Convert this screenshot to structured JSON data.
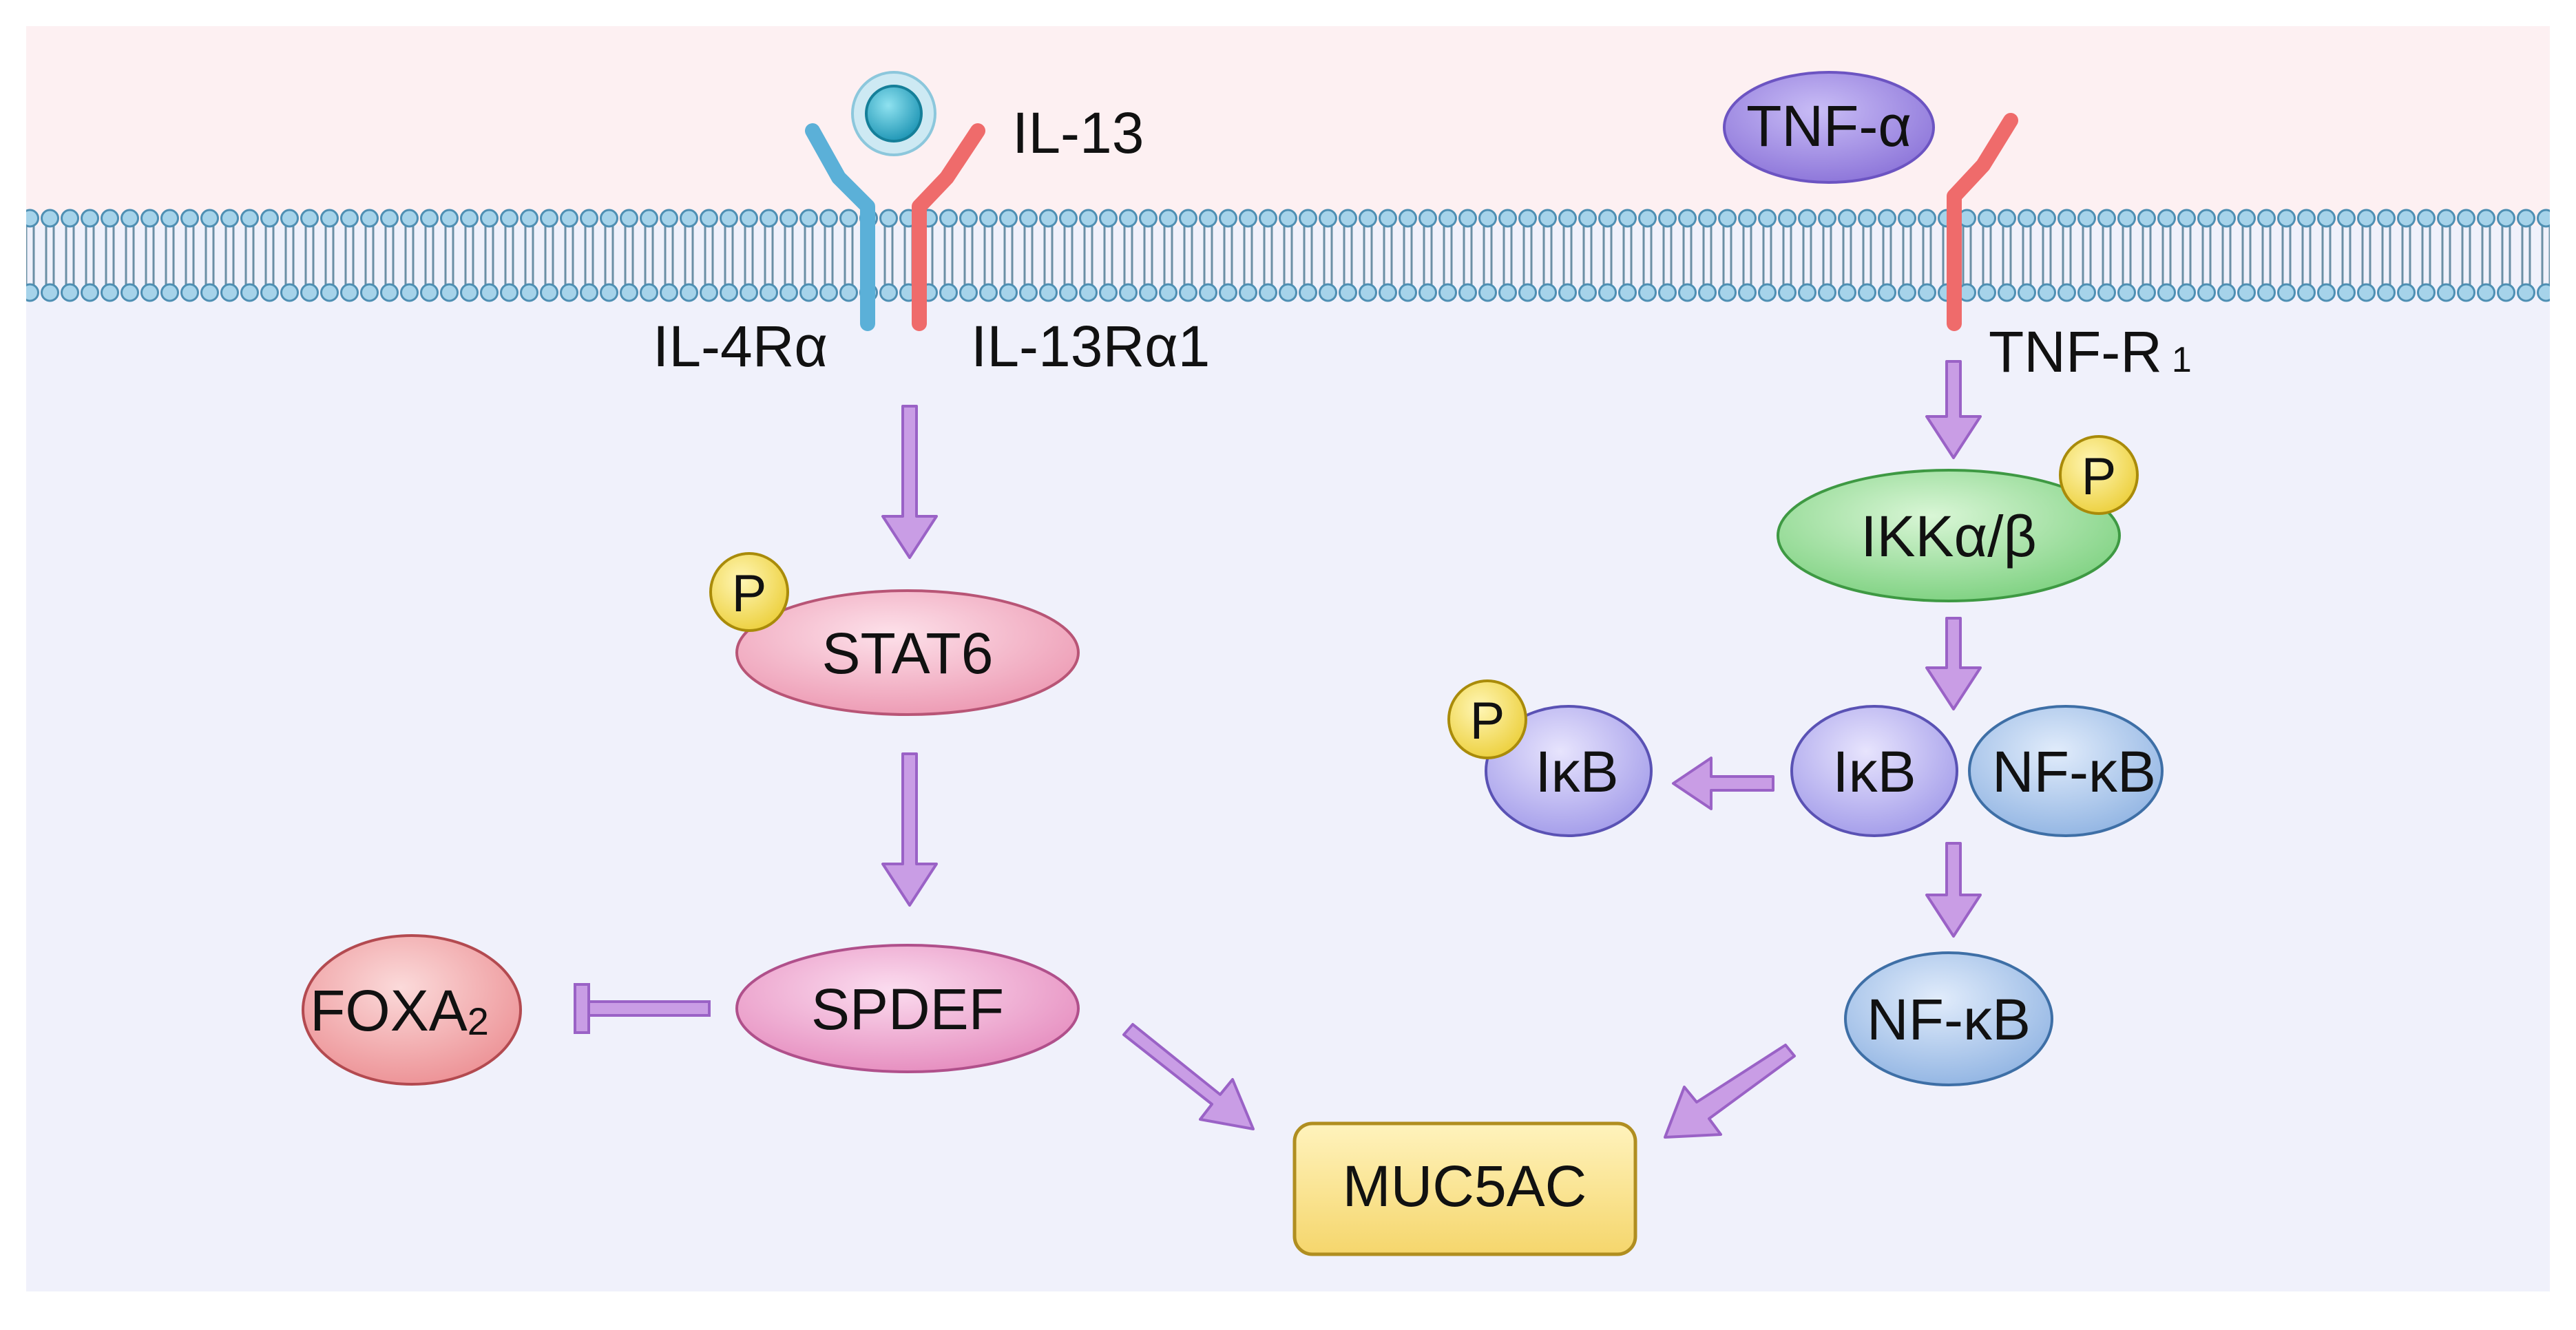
{
  "labels": {
    "il13": "IL-13",
    "il4ra": "IL-4Rα",
    "il13ra1": "IL-13Rα1",
    "tnfa": "TNF-α",
    "tnfr1_main": "TNF-R",
    "tnfr1_sub": "1",
    "p": "P",
    "stat6": "STAT6",
    "spdef": "SPDEF",
    "foxa2_main": "FOXA",
    "foxa2_sub": "2",
    "muc5ac": "MUC5AC",
    "ikk": "IKKα/β",
    "ikb": "IκB",
    "nfkb": "NF-κB"
  },
  "colors": {
    "extracellular_bg": "#fdf0f2",
    "cytoplasm_bg": "#f0f1fb",
    "membrane_head": "#a6d3ea",
    "il4ra_chain": "#5bb0d8",
    "il13ra1_chain": "#ef6b6b",
    "tnfr1_chain": "#ef6b6b",
    "il13_ligand": "#24a7c4",
    "tnfa_ligand": "#9b86e0",
    "arrow": "#b07cd6",
    "stat6": "#f2a6bd",
    "spdef": "#ef98c9",
    "foxa2": "#f2a3a6",
    "muc5ac": "#fbe38c",
    "ikk": "#8fdc91",
    "ikb": "#b8b4f2",
    "nfkb": "#a9c8ec",
    "phospho": "#f7e15e"
  }
}
